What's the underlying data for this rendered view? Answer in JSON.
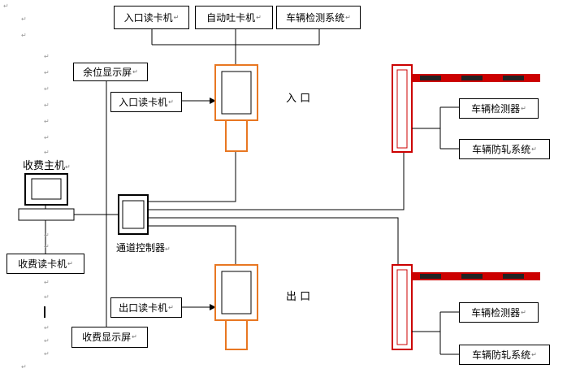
{
  "colors": {
    "line": "#000000",
    "reader": "#e87722",
    "barrier": "#cc0000",
    "arm_dark": "#222222"
  },
  "paragraph_mark": "↵",
  "top_boxes": {
    "entry_reader": "入口读卡机",
    "auto_dispenser": "自动吐卡机",
    "vehicle_detection": "车辆检测系统"
  },
  "left_boxes": {
    "space_display": "余位显示屏",
    "entry_reader_side": "入口读卡机",
    "host_title": "收费主机",
    "fee_reader": "收费读卡机",
    "exit_reader": "出口读卡机",
    "fee_display": "收费显示屏"
  },
  "center": {
    "lane_controller": "通道控制器",
    "entrance": "入 口",
    "exit": "出 口"
  },
  "barrier_upper": {
    "detector": "车辆检测器",
    "anti_crash": "车辆防轧系统"
  },
  "barrier_lower": {
    "detector": "车辆检测器",
    "anti_crash": "车辆防轧系统"
  }
}
